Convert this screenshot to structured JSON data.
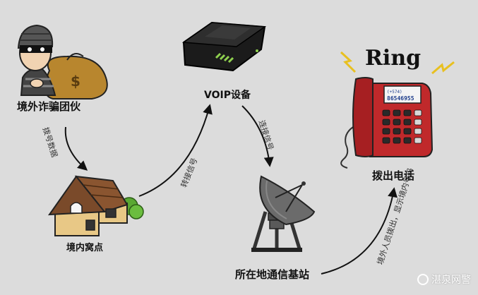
{
  "nodes": {
    "fraud_gang": "境外诈骗团伙",
    "voip": "VOIP设备",
    "house": "境内窝点",
    "base_station": "所在地通信基站",
    "call": "拨出电话"
  },
  "edges": {
    "gang_to_house": "拨号数据",
    "house_to_voip": "转接信号",
    "voip_to_station": "连接信号",
    "station_to_call": "境外人员拨出，显示境内号码"
  },
  "phone": {
    "ring": "Ring",
    "screen_line1": "(+574)",
    "screen_line2": "86546955"
  },
  "watermark": "湛泉网警",
  "colors": {
    "background": "#dcdcdc",
    "phone_red": "#c0292b",
    "roof_brown": "#7a4a2a",
    "house_wall": "#e8c886",
    "thief_bag": "#b8862e",
    "lightning": "#e8c020"
  }
}
